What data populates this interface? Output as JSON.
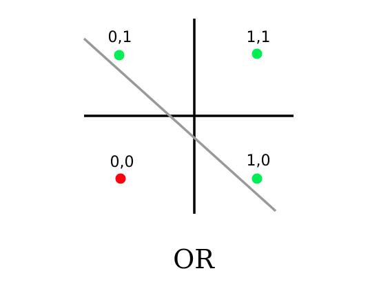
{
  "diagram": {
    "caption": "OR",
    "colors": {
      "axes": "#000000",
      "boundary": "#999999",
      "true_point": "#00ee55",
      "false_point": "#ff0011"
    },
    "points": [
      {
        "label": "0,1",
        "output": 1
      },
      {
        "label": "1,1",
        "output": 1
      },
      {
        "label": "0,0",
        "output": 0
      },
      {
        "label": "1,0",
        "output": 1
      }
    ]
  }
}
